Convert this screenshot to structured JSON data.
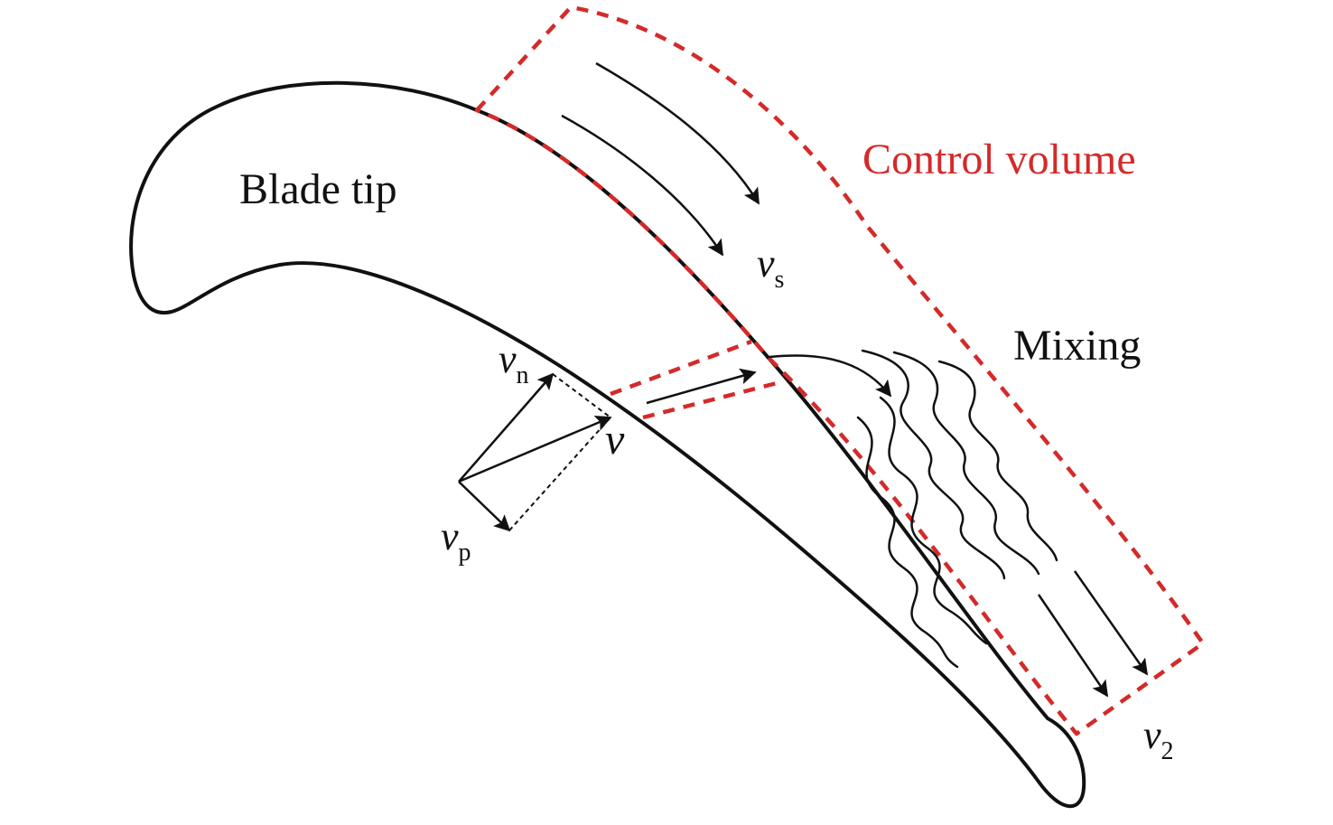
{
  "labels": {
    "blade_tip": "Blade tip",
    "control_volume": "Control volume",
    "mixing": "Mixing"
  },
  "symbols": {
    "v": "v",
    "v_s": {
      "base": "v",
      "sub": "s"
    },
    "v_n": {
      "base": "v",
      "sub": "n"
    },
    "v_p": {
      "base": "v",
      "sub": "p"
    },
    "v_2": {
      "base": "v",
      "sub": "2"
    }
  },
  "colors": {
    "outline": "#111111",
    "control_volume": "#d42a2a",
    "background": "#ffffff"
  }
}
